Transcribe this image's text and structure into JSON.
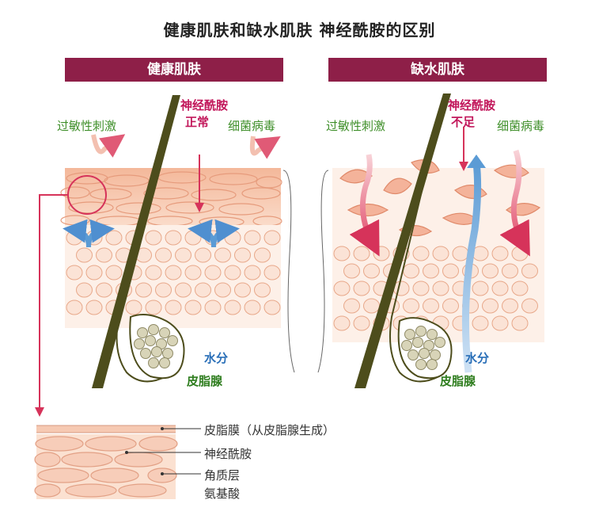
{
  "title": "健康肌肤和缺水肌肤  神经酰胺的区别",
  "panels": {
    "healthy": {
      "banner": "健康肌肤",
      "allergy": "过敏性刺激",
      "bacteria": "细菌病毒",
      "ceramide_line1": "神经酰胺",
      "ceramide_line2": "正常",
      "water": "水分",
      "sebaceous": "皮脂腺"
    },
    "dry": {
      "banner": "缺水肌肤",
      "allergy": "过敏性刺激",
      "bacteria": "细菌病毒",
      "ceramide_line1": "神经酰胺",
      "ceramide_line2": "不足",
      "water": "水分",
      "sebaceous": "皮脂腺"
    }
  },
  "legend": {
    "sebum_film": "皮脂膜（从皮脂腺生成）",
    "ceramide": "神经酰胺",
    "stratum": "角质层",
    "amino_acid": "氨基酸"
  },
  "colors": {
    "banner": "#8e1f48",
    "skin_top": "#f6c3a6",
    "cell_fill": "#fbe3d6",
    "cell_stroke": "#e8a88a",
    "hair": "#4d4d1c",
    "water_arrow": "#7fb0dd",
    "red_arrow": "#d6335a"
  }
}
